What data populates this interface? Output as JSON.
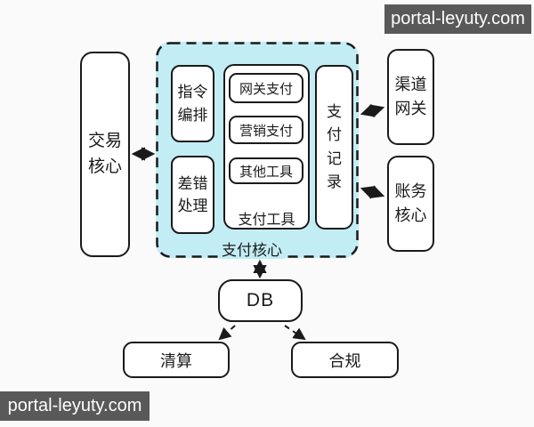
{
  "watermark": {
    "text": "portal-leyuty.com"
  },
  "colors": {
    "payment_core_fill": "#c2edf5",
    "line": "#1a1a1a",
    "node_fill": "#ffffff",
    "watermark_bg": "#595959",
    "background": "#fafafa"
  },
  "nodes": {
    "transaction_core": "交易核心",
    "payment_core": "支付核心",
    "instruction_orchestration": "指令编排",
    "error_handling": "差错处理",
    "payment_tools": "支付工具",
    "gateway_payment": "网关支付",
    "marketing_payment": "营销支付",
    "other_tools": "其他工具",
    "payment_records": "支付记录",
    "channel_gateway": "渠道网关",
    "accounting_core": "账务核心",
    "db": "DB",
    "clearing": "清算",
    "compliance": "合规"
  },
  "edges": [
    {
      "from": "交易核心",
      "to": "支付核心",
      "style": "solid",
      "direction": "both"
    },
    {
      "from": "支付核心",
      "to": "渠道网关",
      "style": "solid",
      "direction": "both"
    },
    {
      "from": "支付核心",
      "to": "账务核心",
      "style": "solid",
      "direction": "both"
    },
    {
      "from": "支付核心",
      "to": "DB",
      "style": "solid",
      "direction": "both"
    },
    {
      "from": "DB",
      "to": "清算",
      "style": "dashed",
      "direction": "forward"
    },
    {
      "from": "DB",
      "to": "合规",
      "style": "dashed",
      "direction": "forward"
    }
  ]
}
